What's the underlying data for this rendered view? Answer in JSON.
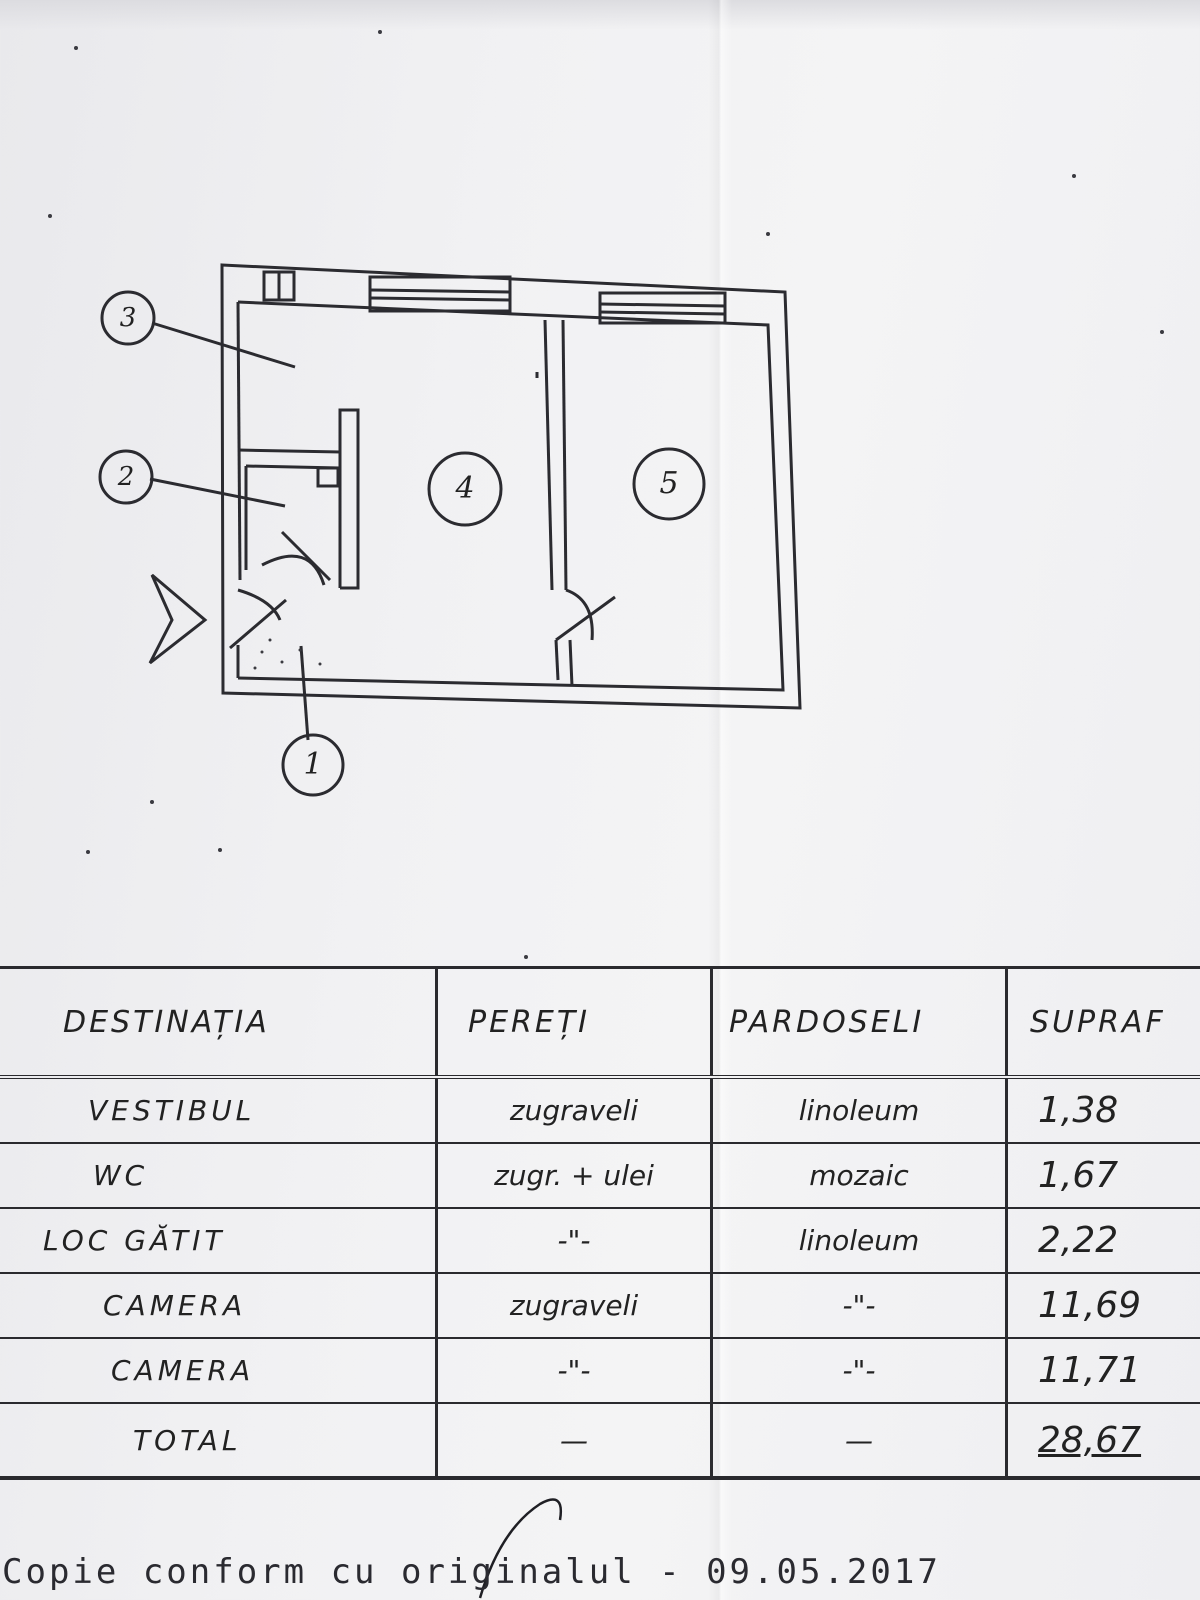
{
  "plan": {
    "labels": [
      {
        "id": "1",
        "text": "1"
      },
      {
        "id": "2",
        "text": "2"
      },
      {
        "id": "3",
        "text": "3"
      },
      {
        "id": "4",
        "text": "4"
      },
      {
        "id": "5",
        "text": "5"
      }
    ]
  },
  "table": {
    "headers": [
      "DESTINAȚIA",
      "PEREȚI",
      "PARDOSELI",
      "SUPRAF"
    ],
    "rows": [
      {
        "dest": "VESTIBUL",
        "pereti": "zugraveli",
        "pardoseli": "linoleum",
        "supraf": "1,38"
      },
      {
        "dest": "WC",
        "pereti": "zugr. + ulei",
        "pardoseli": "mozaic",
        "supraf": "1,67"
      },
      {
        "dest": "LOC GĂTIT",
        "pereti": "-\"-",
        "pardoseli": "linoleum",
        "supraf": "2,22"
      },
      {
        "dest": "CAMERA",
        "pereti": "zugraveli",
        "pardoseli": "-\"-",
        "supraf": "11,69"
      },
      {
        "dest": "CAMERA",
        "pereti": "-\"-",
        "pardoseli": "-\"-",
        "supraf": "11,71"
      }
    ],
    "total": {
      "dest": "TOTAL",
      "pereti": "—",
      "pardoseli": "—",
      "supraf": "28,67"
    }
  },
  "footer": {
    "note": "Copie conform cu originalul - 09.05.2017"
  }
}
